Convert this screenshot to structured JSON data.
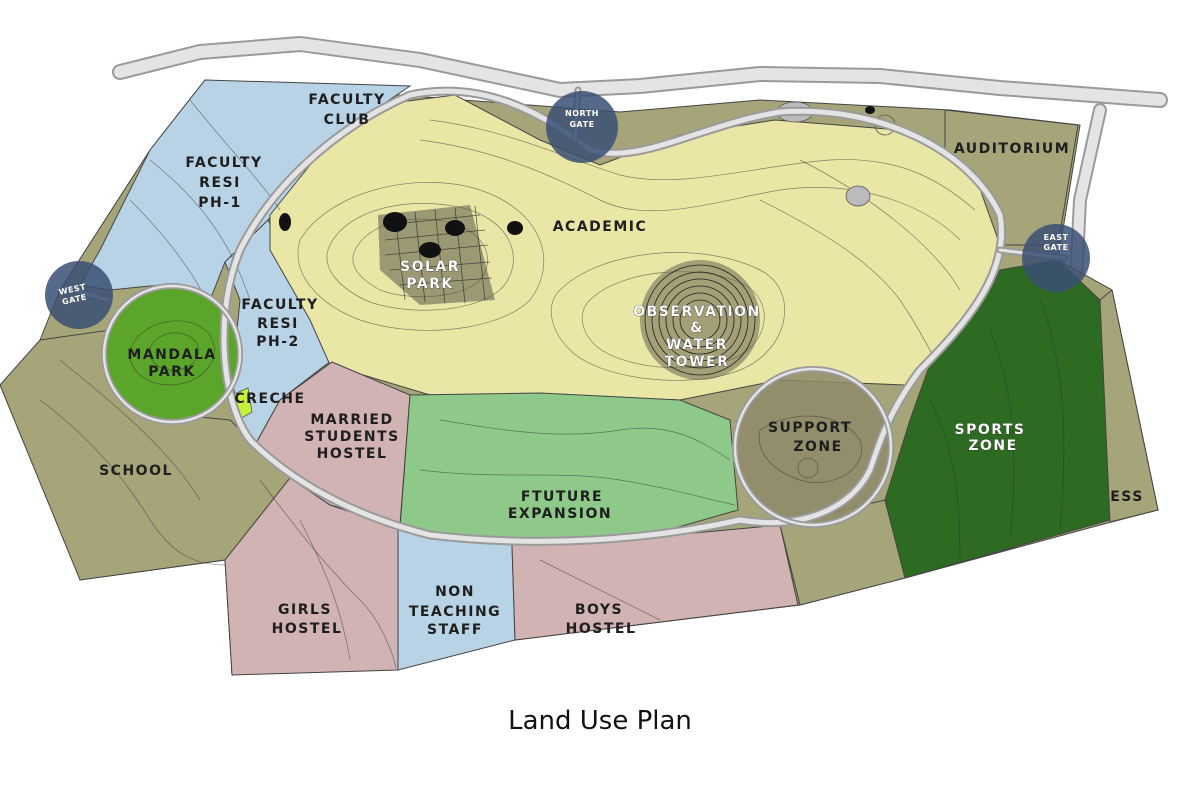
{
  "caption": "Land Use Plan",
  "zones": {
    "faculty_club": [
      "FACULTY",
      "CLUB"
    ],
    "faculty_resi_1": [
      "FACULTY",
      "RESI",
      "PH-1"
    ],
    "faculty_resi_2": [
      "FACULTY",
      "RESI",
      "PH-2"
    ],
    "academic": [
      "ACADEMIC"
    ],
    "solar_park": [
      "SOLAR",
      "PARK"
    ],
    "observation": [
      "OBSERVATION",
      "&",
      "WATER",
      "TOWER"
    ],
    "auditorium": [
      "AUDITORIUM"
    ],
    "mandala_park": [
      "MANDALA",
      "PARK"
    ],
    "creche": [
      "CRECHE"
    ],
    "married_hostel": [
      "MARRIED",
      "STUDENTS",
      "HOSTEL"
    ],
    "future_expansion": [
      "FTUTURE",
      "EXPANSION"
    ],
    "support_zone": [
      "SUPPORT",
      "ZONE"
    ],
    "sports_zone": [
      "SPORTS",
      "ZONE"
    ],
    "ess": [
      "ESS"
    ],
    "school": [
      "SCHOOL"
    ],
    "girls_hostel": [
      "GIRLS",
      "HOSTEL"
    ],
    "non_teaching": [
      "NON",
      "TEACHING",
      "STAFF"
    ],
    "boys_hostel": [
      "BOYS",
      "HOSTEL"
    ]
  },
  "gates": {
    "north": [
      "NORTH",
      "GATE"
    ],
    "east": [
      "EAST",
      "GATE"
    ],
    "west": [
      "WEST",
      "GATE"
    ]
  },
  "colors": {
    "academic": "#e9e6a6",
    "residential": "#b9d3e6",
    "hostel": "#d2b3b3",
    "open_green": "#8ec98a",
    "olive": "#a6a579",
    "sports": "#2e6b22",
    "mandala": "#5aa52a",
    "creche": "#c6f03a",
    "gate": "#3a4f73",
    "road": "#9a9a9a"
  }
}
